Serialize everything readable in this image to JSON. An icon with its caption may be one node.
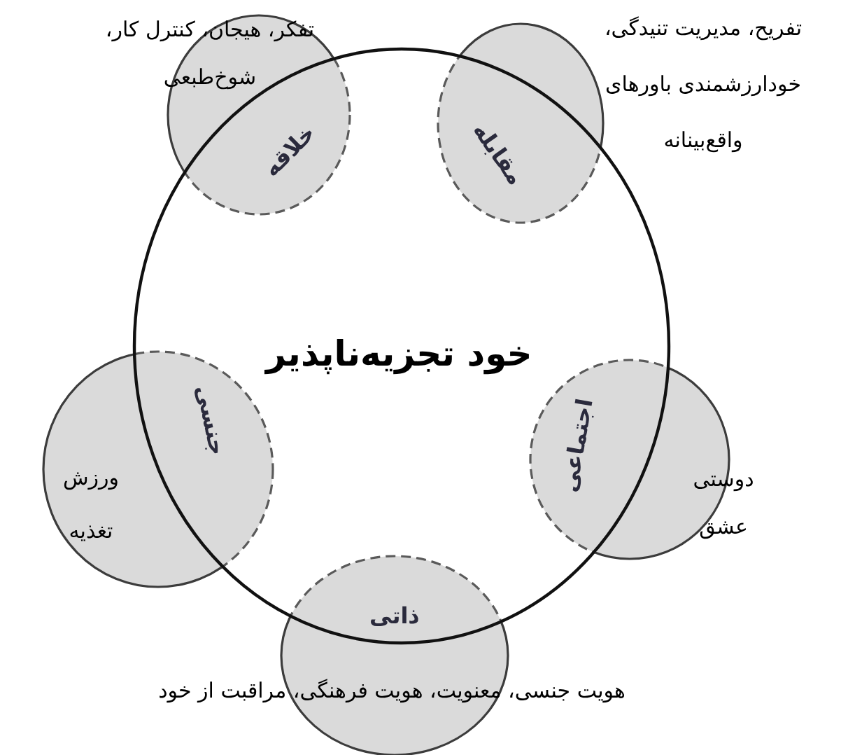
{
  "diagram": {
    "nodes": [
      {
        "text": [
          "خود تجزیه‌ناپذیر"
        ]
      },
      {
        "text": [
          "خلاقه",
          "تفکر، هیجان، کنترل کار، شوخ‌طبعی"
        ]
      },
      {
        "text": [
          "مقابله"
        ],
        "beside": [
          "تفریح، مدیریت تنیدگی، خودارزشمندی باورهای واقع‌بینانه"
        ]
      },
      {
        "text": [
          "اجتماعی",
          "دوستی عشق"
        ]
      },
      {
        "text": [
          "ذاتی",
          "هویت جنسی، معنویت، هویت فرهنگی، مراقبت از خود"
        ]
      },
      {
        "text": [
          "جنسی",
          "ورزش تغذیه"
        ]
      }
    ]
  }
}
